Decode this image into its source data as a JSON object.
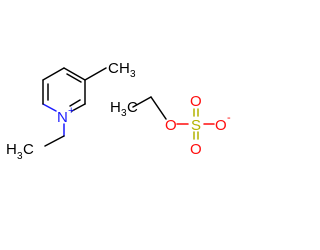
{
  "molecule": {
    "cation": {
      "nitrogen": "N",
      "charge": "+",
      "methyl": {
        "element": "C",
        "h": "H",
        "count": "3"
      },
      "ethyl_end": {
        "element": "C",
        "h": "H",
        "count": "3"
      }
    },
    "anion": {
      "ethyl_end": {
        "h": "H",
        "count": "3",
        "element": "C"
      },
      "ester_oxygen": "O",
      "sulfur": "S",
      "oxo_top": "O",
      "oxo_bottom": "O",
      "anionic_oxygen": "O",
      "charge": "-"
    }
  },
  "colors": {
    "carbon": "#000000",
    "nitrogen": "#1a1aff",
    "oxygen": "#ff0d0d",
    "sulfur": "#b2b200"
  }
}
